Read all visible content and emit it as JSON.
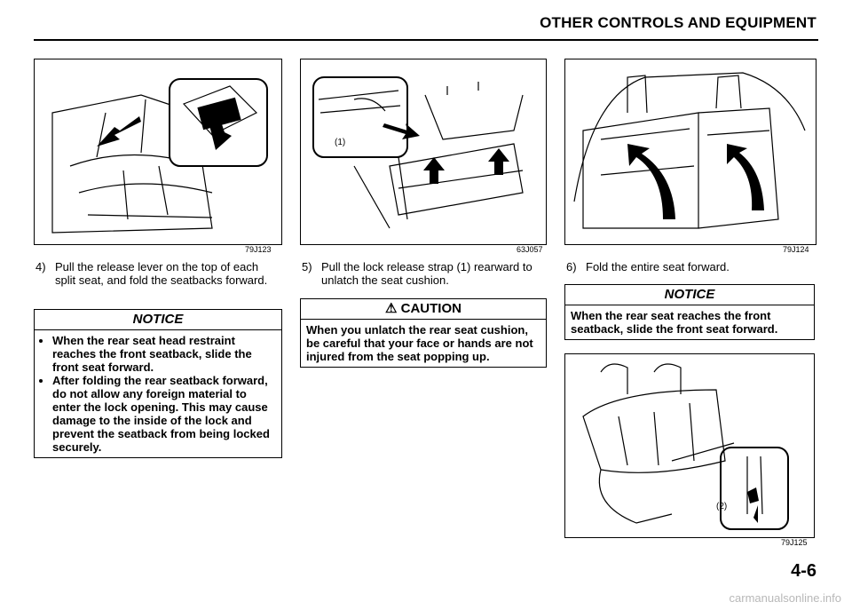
{
  "header": {
    "title": "OTHER CONTROLS AND EQUIPMENT"
  },
  "figures": [
    {
      "code": "79J123"
    },
    {
      "code": "63J057",
      "label": "(1)"
    },
    {
      "code": "79J124"
    },
    {
      "code": "79J125",
      "label": "(2)"
    }
  ],
  "steps": [
    {
      "num": "4)",
      "text": "Pull the release lever on the top of each split seat, and fold the seatbacks forward."
    },
    {
      "num": "5)",
      "text": "Pull the lock release strap (1) rearward to unlatch the seat cushion."
    },
    {
      "num": "6)",
      "text": "Fold the entire seat forward."
    }
  ],
  "notice1": {
    "title": "NOTICE",
    "items": [
      "When the rear seat head restraint reaches the front seatback, slide the front seat forward.",
      "After folding the rear seatback forward, do not allow any foreign material to enter the lock opening. This may cause damage to the inside of the lock and prevent the seatback from being locked securely."
    ]
  },
  "caution": {
    "title": "CAUTION",
    "text": "When you unlatch the rear seat cushion, be careful that your face or hands are not injured from the seat popping up."
  },
  "notice2": {
    "title": "NOTICE",
    "text": "When the rear seat reaches the front seatback, slide the front seat forward."
  },
  "page_number": "4-6",
  "watermark": "carmanualsonline.info"
}
